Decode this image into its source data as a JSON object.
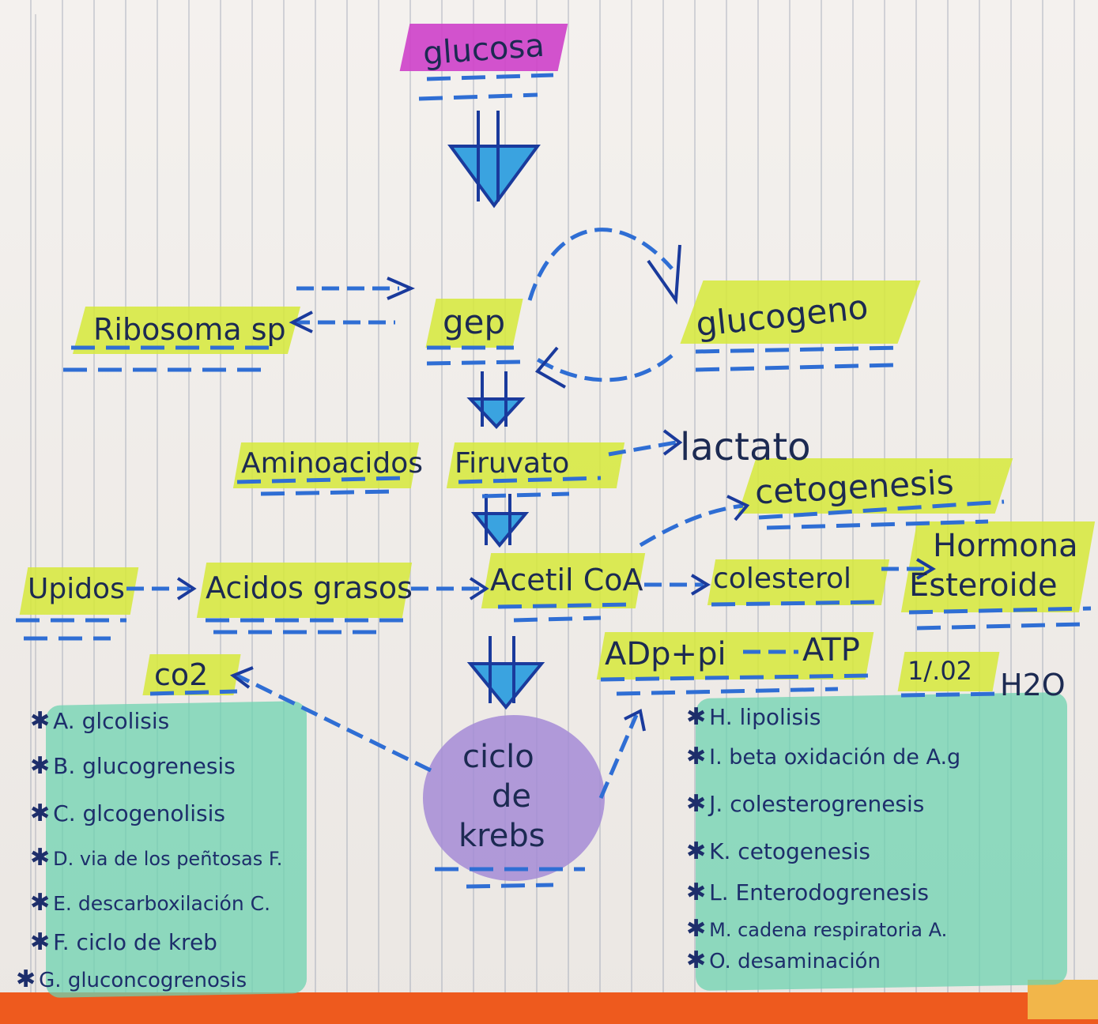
{
  "nodes": {
    "glucosa": "glucosa",
    "ribosoma": "Ribosoma sp",
    "gep": "gep",
    "glucogeno": "glucogeno",
    "aminoacidos": "Aminoacidos",
    "piruvato": "Firuvato",
    "lactato": "lactato",
    "cetogenesis": "cetogenesis",
    "lipidos": "Upidos",
    "acidos_grasos": "Acidos grasos",
    "acetil_coa": "Acetil CoA",
    "colesterol": "colesterol",
    "hormona": "Hormona",
    "esteroide": "Esteroide",
    "co2": "co2",
    "adp": "ADp+pi",
    "atp": "ATP",
    "o2": "1/.02",
    "h2o": "H2O",
    "ciclo": "ciclo",
    "de": "de",
    "krebs": "krebs"
  },
  "left_list": [
    "A. glcolisis",
    "B. glucogrenesis",
    "C. glcogenolisis",
    "D. via de los peñtosas",
    "E. descarboxilación",
    "F. ciclo de kreb",
    "G. gluconcogrenosis"
  ],
  "left_list_marks": [
    "F.",
    "C."
  ],
  "right_list": [
    "H. lipolisis",
    "I. beta oxidación de A.g",
    "J. colesterogrenesis",
    "K. cetogenesis",
    "L. Enterodogrenesis",
    "M. cadena respiratoria",
    "O. desaminación"
  ],
  "right_list_mark": "A.",
  "colors": {
    "yellow_highlight": "#d6e93a",
    "magenta_highlight": "#ce40c9",
    "green_highlight": "#6ed3b0",
    "purple_circle": "#a58bd6",
    "blue_arrow": "#3aa3e0",
    "ink": "#1d2a4c"
  }
}
